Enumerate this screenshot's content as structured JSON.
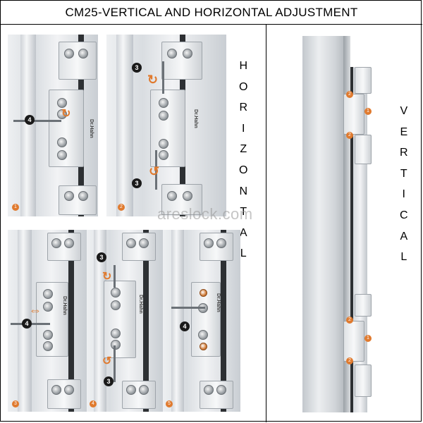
{
  "title": "CM25-VERTICAL AND HORIZONTAL ADJUSTMENT",
  "horizontal_letters": [
    "H",
    "O",
    "R",
    "I",
    "Z",
    "O",
    "N",
    "T",
    "A",
    "L"
  ],
  "vertical_letters": [
    "V",
    "E",
    "R",
    "T",
    "I",
    "C",
    "A",
    "L"
  ],
  "watermark": "areslock.com",
  "brand_text": "Dr.Hahn",
  "panels": [
    {
      "step": "1",
      "callouts": [
        "4"
      ]
    },
    {
      "step": "2",
      "callouts": [
        "3",
        "3"
      ]
    },
    {
      "step": "3",
      "callouts": [
        "4"
      ]
    },
    {
      "step": "4",
      "callouts": [
        "3",
        "3"
      ]
    },
    {
      "step": "5",
      "callouts": [
        "4"
      ]
    }
  ],
  "vertical_callouts": [
    "2",
    "1",
    "2",
    "2",
    "1",
    "2"
  ],
  "colors": {
    "accent": "#e07a2e",
    "frame": "#000000"
  }
}
